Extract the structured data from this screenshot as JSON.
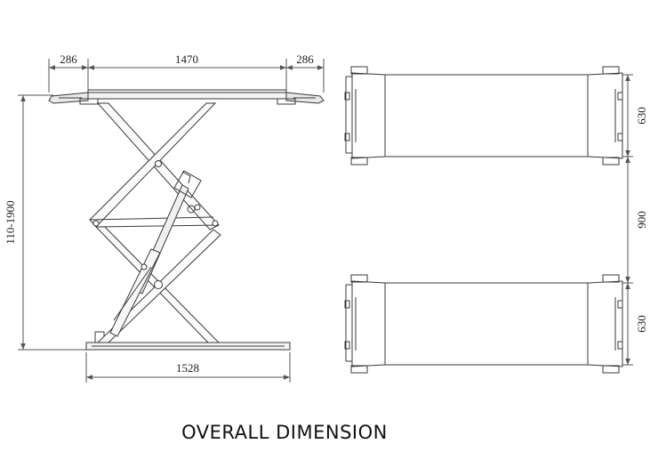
{
  "caption": "OVERALL DIMENSION",
  "side_view": {
    "dim_top_left": "286",
    "dim_top_center": "1470",
    "dim_top_right": "286",
    "dim_height": "110-1900",
    "dim_base": "1528"
  },
  "top_view": {
    "dim_platform_width_upper": "630",
    "dim_gap": "900",
    "dim_platform_width_lower": "630"
  },
  "colors": {
    "line": "#3a3a3a",
    "dim_line": "#555555",
    "background": "#ffffff"
  }
}
